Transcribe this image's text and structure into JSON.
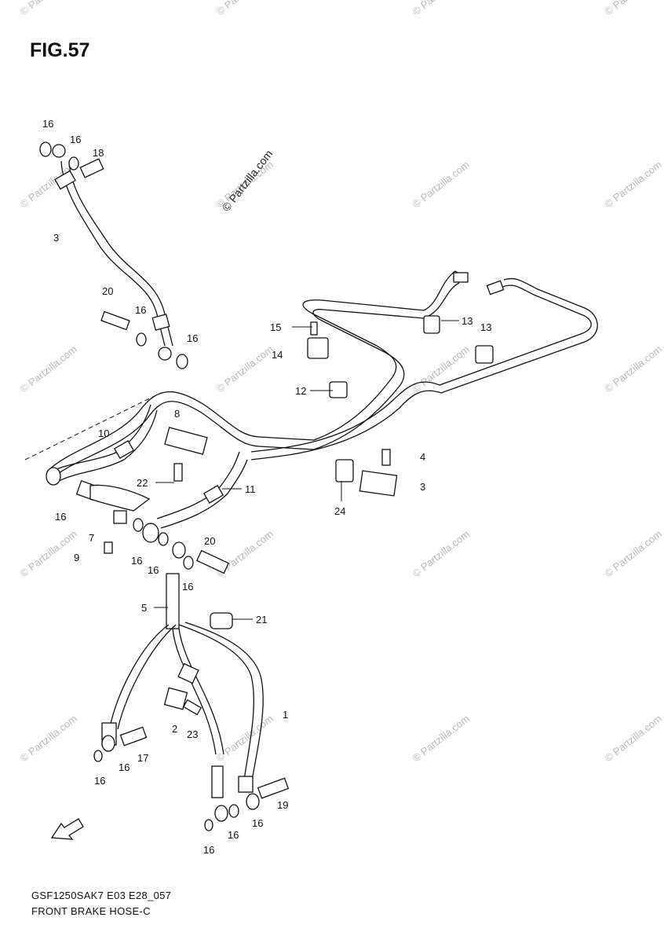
{
  "figure": {
    "title": "FIG.57",
    "model_code": "GSF1250SAK7 E03 E28_057",
    "caption": "FRONT BRAKE HOSE-C"
  },
  "watermark": {
    "text": "© Partzilla.com"
  },
  "callouts": [
    "16",
    "16",
    "18",
    "3",
    "20",
    "16",
    "16",
    "15",
    "13",
    "13",
    "14",
    "12",
    "8",
    "10",
    "22",
    "11",
    "4",
    "3",
    "24",
    "16",
    "7",
    "9",
    "16",
    "16",
    "20",
    "16",
    "5",
    "21",
    "2",
    "23",
    "1",
    "17",
    "16",
    "16",
    "19",
    "16",
    "16",
    "16"
  ]
}
